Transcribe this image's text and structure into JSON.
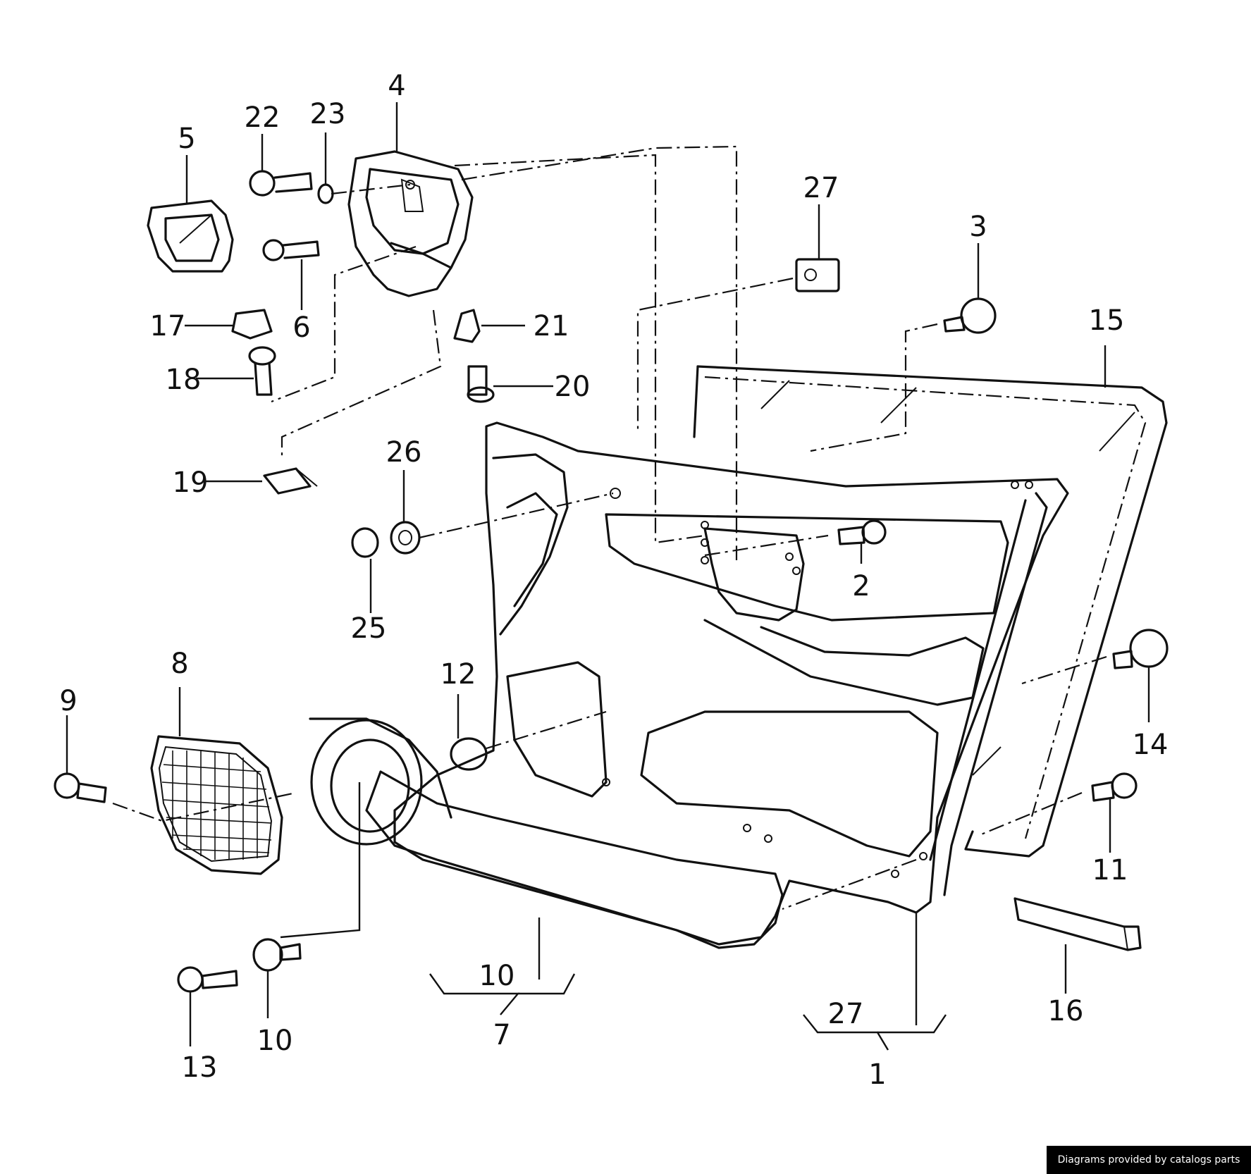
{
  "callouts": {
    "c1": "1",
    "c2": "2",
    "c3": "3",
    "c4": "4",
    "c5": "5",
    "c6": "6",
    "c7": "7",
    "c8": "8",
    "c9": "9",
    "c10a": "10",
    "c10b": "10",
    "c11": "11",
    "c12": "12",
    "c13": "13",
    "c14": "14",
    "c15": "15",
    "c16": "16",
    "c17": "17",
    "c18": "18",
    "c19": "19",
    "c20": "20",
    "c21": "21",
    "c22": "22",
    "c23": "23",
    "c25": "25",
    "c26": "26",
    "c27a": "27",
    "c27b": "27"
  },
  "footer": {
    "credit": "Diagrams provided by catalogs parts"
  }
}
